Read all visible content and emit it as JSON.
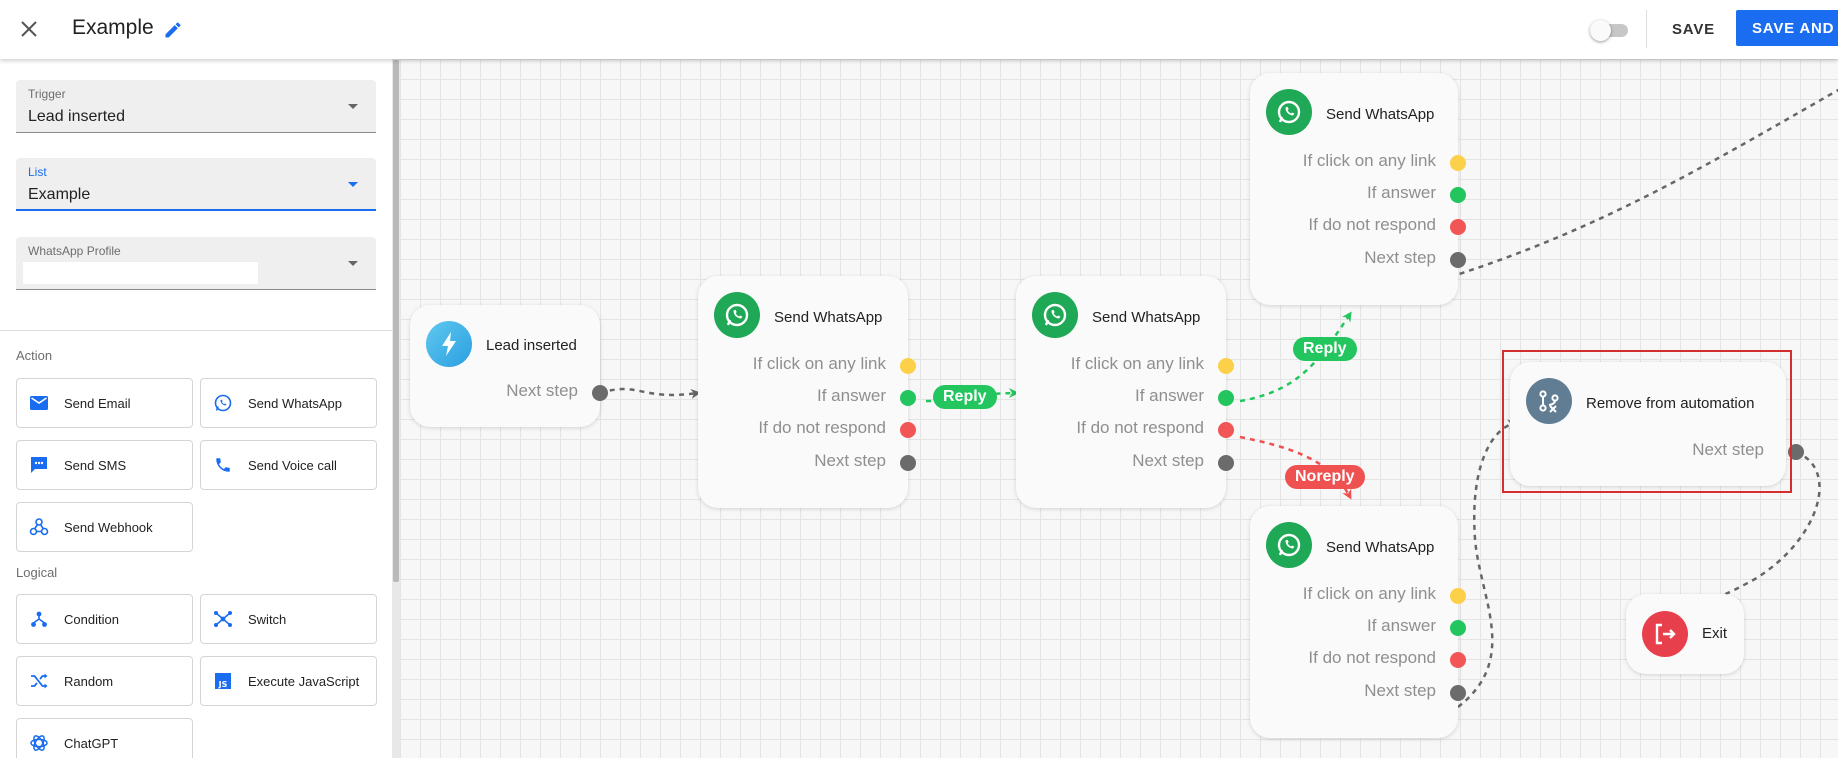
{
  "topbar": {
    "title": "Example",
    "save_label": "SAVE",
    "save_continue_label": "SAVE AND C"
  },
  "sidebar": {
    "trigger": {
      "label": "Trigger",
      "value": "Lead inserted"
    },
    "list": {
      "label": "List",
      "value": "Example"
    },
    "profile": {
      "label": "WhatsApp Profile",
      "value": ""
    },
    "action_heading": "Action",
    "actions": [
      {
        "label": "Send Email",
        "icon": "email-icon"
      },
      {
        "label": "Send WhatsApp",
        "icon": "whatsapp-icon"
      },
      {
        "label": "Send SMS",
        "icon": "sms-icon"
      },
      {
        "label": "Send Voice call",
        "icon": "phone-icon"
      },
      {
        "label": "Send Webhook",
        "icon": "webhook-icon"
      }
    ],
    "logical_heading": "Logical",
    "logical": [
      {
        "label": "Condition",
        "icon": "condition-icon"
      },
      {
        "label": "Switch",
        "icon": "switch-icon"
      },
      {
        "label": "Random",
        "icon": "shuffle-icon"
      },
      {
        "label": "Execute JavaScript",
        "icon": "javascript-icon"
      },
      {
        "label": "ChatGPT",
        "icon": "chatgpt-icon"
      }
    ]
  },
  "canvas": {
    "nodes": {
      "lead": {
        "title": "Lead inserted",
        "next": "Next step"
      },
      "wa1": {
        "title": "Send WhatsApp",
        "rows": [
          "If click on any link",
          "If answer",
          "If do not respond",
          "Next step"
        ]
      },
      "wa2": {
        "title": "Send WhatsApp",
        "rows": [
          "If click on any link",
          "If answer",
          "If do not respond",
          "Next step"
        ]
      },
      "wa3": {
        "title": "Send WhatsApp",
        "rows": [
          "If click on any link",
          "If answer",
          "If do not respond",
          "Next step"
        ]
      },
      "wa4": {
        "title": "Send WhatsApp",
        "rows": [
          "If click on any link",
          "If answer",
          "If do not respond",
          "Next step"
        ]
      },
      "remove": {
        "title": "Remove from automation",
        "next": "Next step"
      },
      "exit": {
        "title": "Exit"
      }
    },
    "edge_labels": {
      "reply1": "Reply",
      "reply2": "Reply",
      "noreply": "Noreply"
    }
  },
  "colors": {
    "accent": "#1a6cf0",
    "whatsapp": "#1fa855",
    "yes": "#22c55e",
    "no": "#ef5050",
    "link": "#fdd04a",
    "selection": "#d32f2f"
  }
}
